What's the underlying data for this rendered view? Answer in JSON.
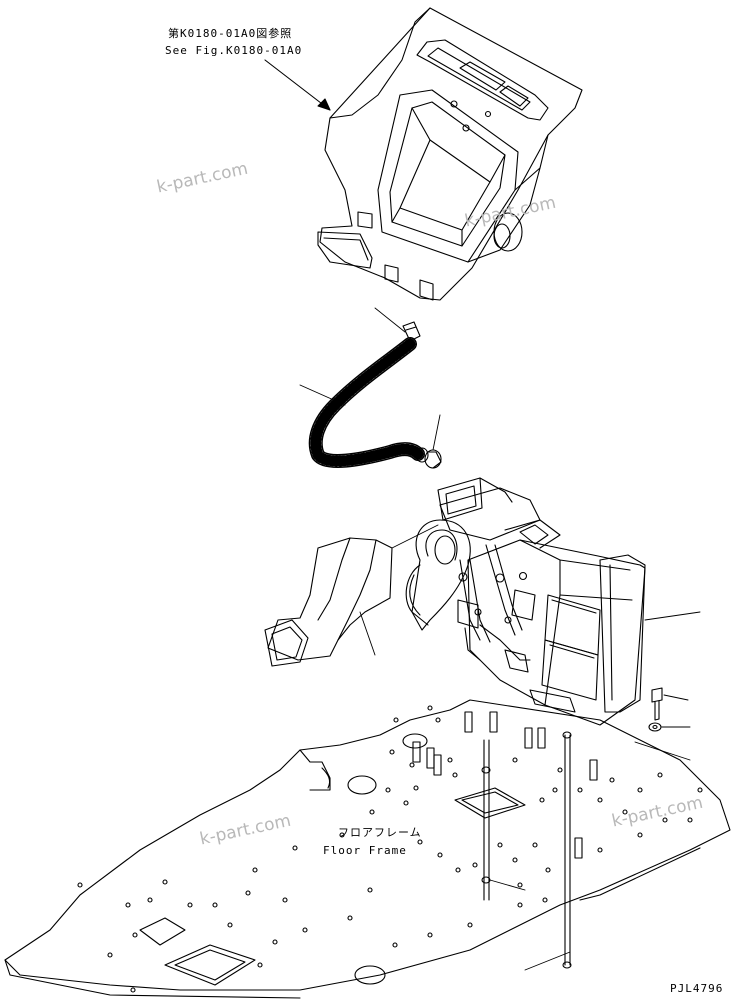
{
  "callouts": {
    "reference_jp": "第K0180-01A0図参照",
    "reference_en": "See Fig.K0180-01A0",
    "floor_frame_jp": "フロアフレーム",
    "floor_frame_en": "Floor Frame"
  },
  "drawing_number": "PJL4796",
  "watermarks": [
    "k-part.com",
    "k-part.com",
    "k-part.com",
    "k-part.com"
  ],
  "colors": {
    "line": "#000000",
    "background": "#ffffff",
    "watermark": "#b8b8b8"
  }
}
